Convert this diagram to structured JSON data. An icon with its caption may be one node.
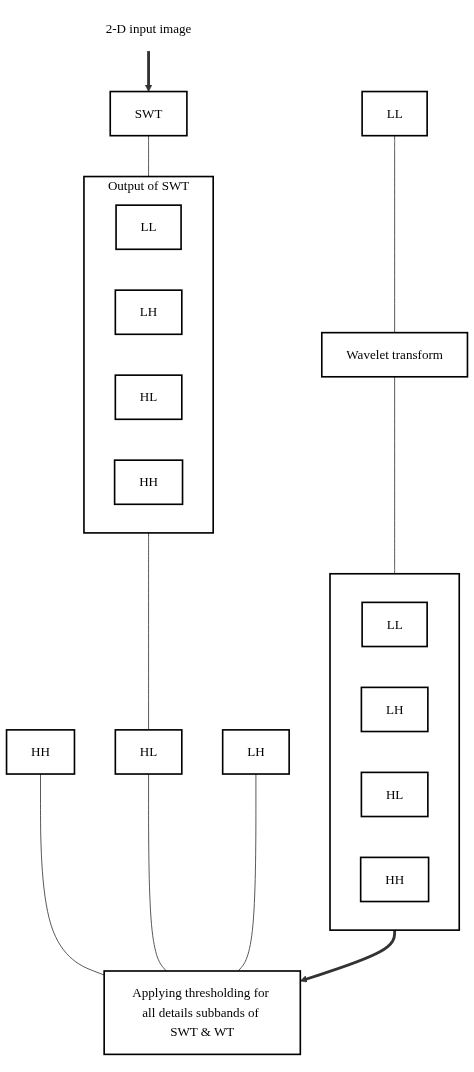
{
  "diagram": {
    "nodes": [
      {
        "text": [
          "2-D input image"
        ]
      },
      {
        "text": [
          "SWT"
        ]
      },
      {
        "text": [
          "Output of SWT"
        ]
      },
      {
        "text": [
          "LL"
        ],
        "in": 2
      },
      {
        "text": [
          "LH"
        ],
        "in": 2
      },
      {
        "text": [
          "HL"
        ],
        "in": 2
      },
      {
        "text": [
          "HH"
        ],
        "in": 2
      },
      {
        "text": [
          "HH"
        ]
      },
      {
        "text": [
          "HL"
        ]
      },
      {
        "text": [
          "LH"
        ]
      },
      {
        "text": [
          "LL"
        ]
      },
      {
        "text": [
          "Wavelet transform"
        ]
      },
      {
        "text": [],
        "shape": "box"
      },
      {
        "text": [
          "LL"
        ],
        "in": 12
      },
      {
        "text": [
          "LH"
        ],
        "in": 12
      },
      {
        "text": [
          "HL"
        ],
        "in": 12
      },
      {
        "text": [
          "HH"
        ],
        "in": 12
      },
      {
        "text": [
          "Applying thresholding for all details subbands of SWT & WT"
        ]
      }
    ],
    "edges": [
      {
        "from": 0,
        "to": 1,
        "arrow": "to",
        "style": "thick"
      },
      {
        "from": 1,
        "to": 2,
        "arrow": "none"
      },
      {
        "from": 2,
        "to": 8,
        "arrow": "none"
      },
      {
        "from": 7,
        "to": 17,
        "arrow": "none"
      },
      {
        "from": 8,
        "to": 17,
        "arrow": "none"
      },
      {
        "from": 9,
        "to": 17,
        "arrow": "none"
      },
      {
        "from": 10,
        "to": 11,
        "arrow": "none"
      },
      {
        "from": 11,
        "to": 12,
        "arrow": "none"
      },
      {
        "from": 12,
        "to": 17,
        "arrow": "to",
        "style": "thick"
      }
    ]
  }
}
